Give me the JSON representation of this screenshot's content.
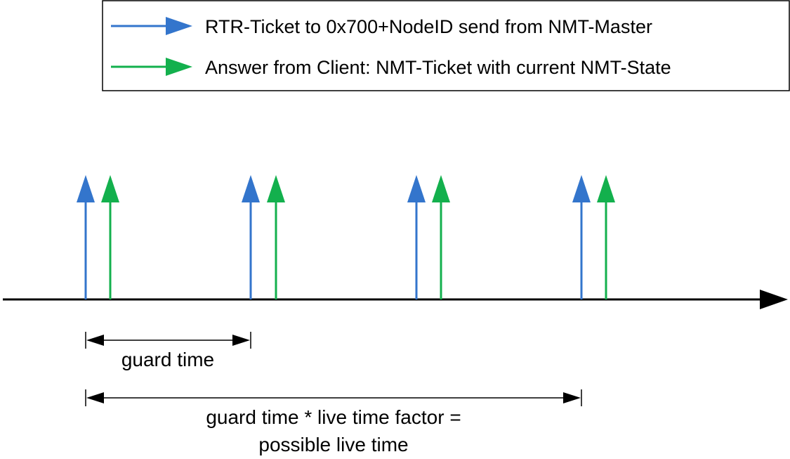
{
  "legend": {
    "items": [
      {
        "label": "RTR-Ticket to 0x700+NodeID send from NMT-Master",
        "color": "#3375cc"
      },
      {
        "label": "Answer from Client: NMT-Ticket with current NMT-State",
        "color": "#13b04d"
      }
    ]
  },
  "timeline": {
    "axis_color": "#000000",
    "pulse_count": 4,
    "pulse_pairs": [
      {
        "request": "blue",
        "answer": "green"
      },
      {
        "request": "blue",
        "answer": "green"
      },
      {
        "request": "blue",
        "answer": "green"
      },
      {
        "request": "blue",
        "answer": "green"
      }
    ]
  },
  "dimensions": {
    "guard_time": {
      "label": "guard time",
      "from_pulse": 1,
      "to_pulse": 2
    },
    "life_time": {
      "label_line1": "guard time * live time factor =",
      "label_line2": "possible live time",
      "from_pulse": 1,
      "to_pulse": 4
    }
  }
}
